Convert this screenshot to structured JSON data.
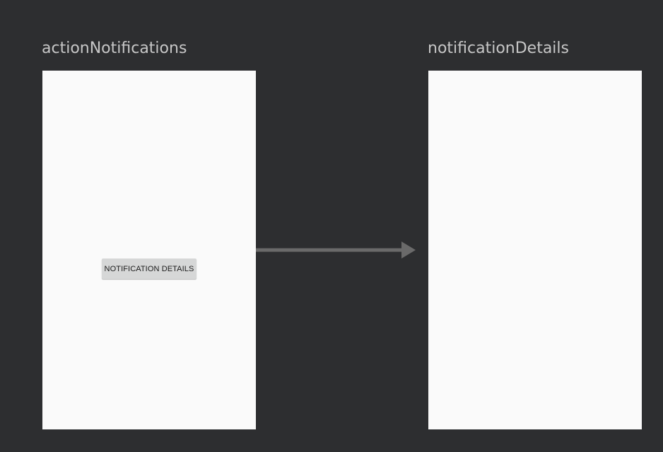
{
  "destinations": [
    {
      "name": "actionNotifications",
      "button_label": "NOTIFICATION DETAILS"
    },
    {
      "name": "notificationDetails"
    }
  ],
  "colors": {
    "background": "#2d2e30",
    "screen": "#fafafa",
    "label": "#c7c7c7",
    "arrow": "#6a6a6a",
    "button": "#d6d7d7"
  },
  "icons": {
    "action_connector": "arrow-right-icon"
  }
}
